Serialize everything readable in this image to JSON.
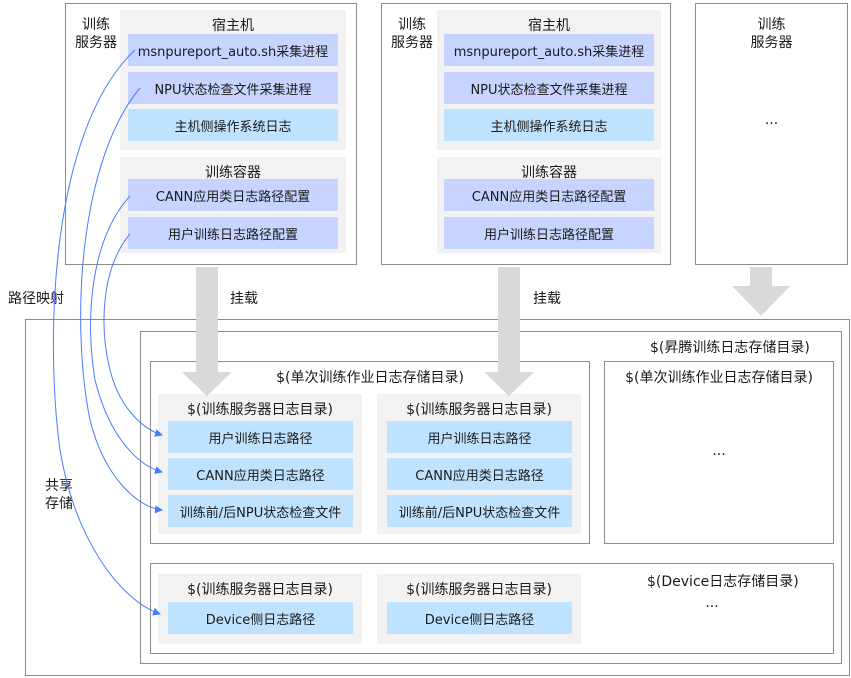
{
  "servers": [
    {
      "label_line1": "训练",
      "label_line2": "服务器",
      "host": {
        "title": "宿主机",
        "items": [
          "msnpureport_auto.sh采集进程",
          "NPU状态检查文件采集进程",
          "主机侧操作系统日志"
        ]
      },
      "container": {
        "title": "训练容器",
        "items": [
          "CANN应用类日志路径配置",
          "用户训练日志路径配置"
        ]
      }
    },
    {
      "label_line1": "训练",
      "label_line2": "服务器",
      "host": {
        "title": "宿主机",
        "items": [
          "msnpureport_auto.sh采集进程",
          "NPU状态检查文件采集进程",
          "主机侧操作系统日志"
        ]
      },
      "container": {
        "title": "训练容器",
        "items": [
          "CANN应用类日志路径配置",
          "用户训练日志路径配置"
        ]
      }
    },
    {
      "label_line1": "训练",
      "label_line2": "服务器",
      "ellipsis": "..."
    }
  ],
  "mount_label": "挂载",
  "path_mapping_label": "路径映射",
  "shared_storage": {
    "line1": "共享",
    "line2": "存储"
  },
  "ascend_dir": "$(昇腾训练日志存储目录)",
  "job_dirs": [
    {
      "title": "$(单次训练作业日志存储目录)",
      "server_dirs": [
        {
          "title": "$(训练服务器日志目录)",
          "items": [
            "用户训练日志路径",
            "CANN应用类日志路径",
            "训练前/后NPU状态检查文件"
          ]
        },
        {
          "title": "$(训练服务器日志目录)",
          "items": [
            "用户训练日志路径",
            "CANN应用类日志路径",
            "训练前/后NPU状态检查文件"
          ]
        }
      ]
    },
    {
      "title": "$(单次训练作业日志存储目录)",
      "ellipsis": "..."
    }
  ],
  "device_dir": {
    "title": "$(Device日志存储目录)",
    "ellipsis": "...",
    "server_dirs": [
      {
        "title": "$(训练服务器日志目录)",
        "items": [
          "Device侧日志路径"
        ]
      },
      {
        "title": "$(训练服务器日志目录)",
        "items": [
          "Device侧日志路径"
        ]
      }
    ]
  },
  "colors": {
    "item_blue": "#c7d4ff",
    "item_cyan": "#bfe3ff",
    "panel": "#f2f2f2",
    "arrow": "#d9d9d9",
    "link": "#4a7bff",
    "frame": "#8c8c8c"
  }
}
